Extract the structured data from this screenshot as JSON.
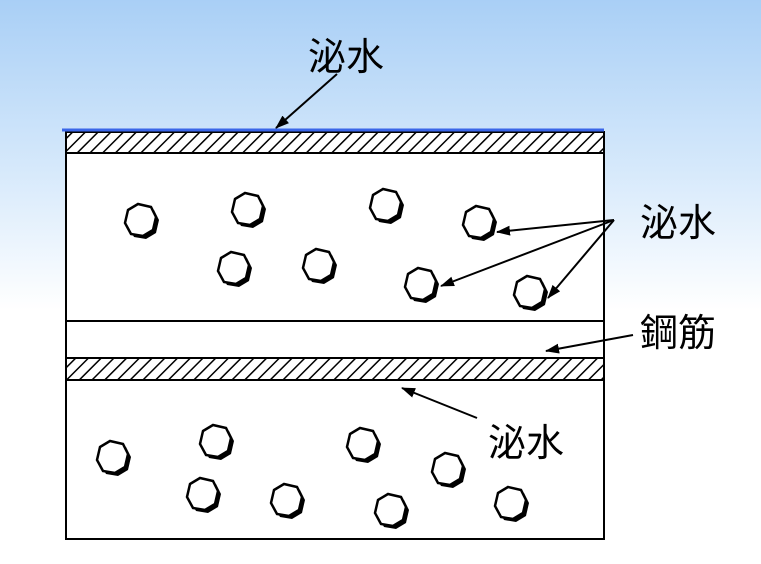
{
  "labels": {
    "top_water": "泌水",
    "aggregate_water": "泌水",
    "rebar": "鋼筋",
    "under_rebar_water": "泌水"
  },
  "colors": {
    "surface_water_line": "#3a66e8",
    "hatch": "#000000",
    "background_top": "#a9cff6",
    "background_bottom": "#ffffff"
  }
}
